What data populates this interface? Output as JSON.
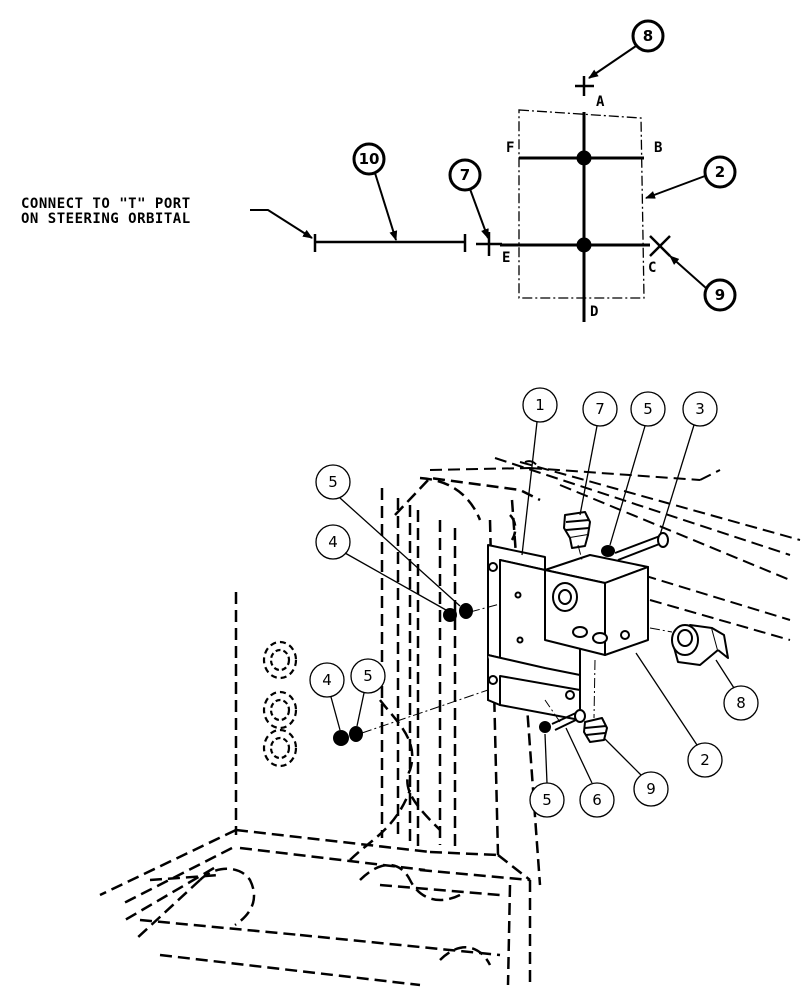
{
  "note": {
    "line1": "CONNECT TO \"T\" PORT",
    "line2": "ON STEERING ORBITAL"
  },
  "schematic": {
    "port_labels": {
      "A": "A",
      "B": "B",
      "C": "C",
      "D": "D",
      "E": "E",
      "F": "F"
    },
    "callouts": {
      "c8": "8",
      "c10": "10",
      "c7": "7",
      "c2": "2",
      "c9": "9"
    }
  },
  "exploded": {
    "callouts": {
      "c1": "1",
      "c7": "7",
      "c5_top": "5",
      "c3": "3",
      "c5_left": "5",
      "c4_left": "4",
      "c8": "8",
      "c4_lower": "4",
      "c5_lower": "5",
      "c2": "2",
      "c5_bottom": "5",
      "c6": "6",
      "c9": "9"
    }
  }
}
